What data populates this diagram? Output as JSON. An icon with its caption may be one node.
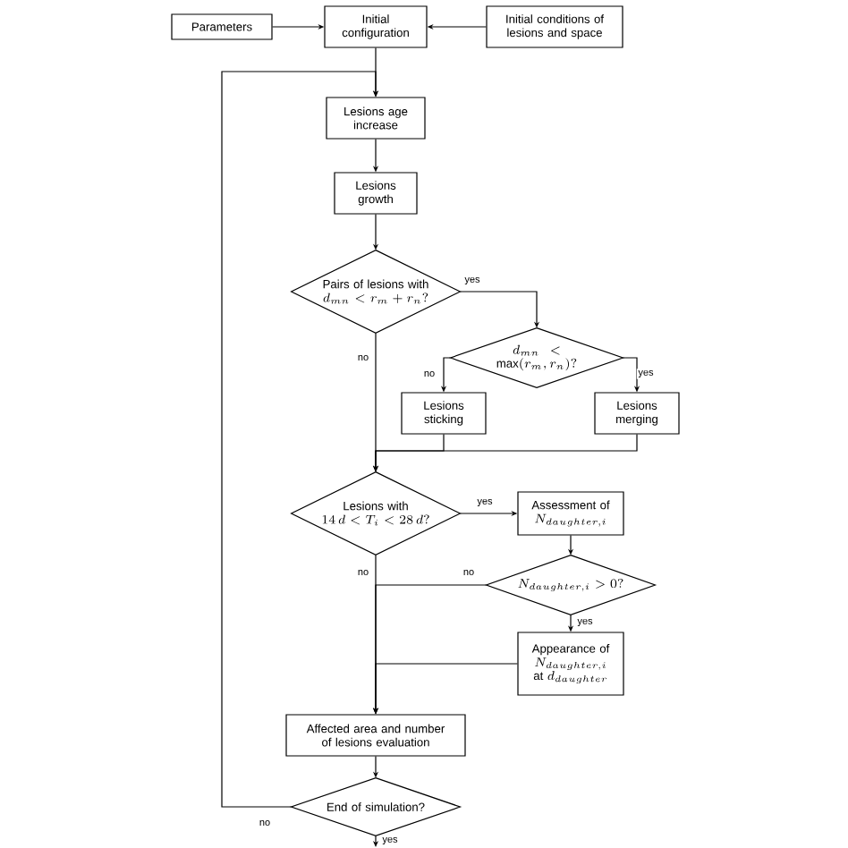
{
  "diagram": {
    "nodes": [
      {
        "text": [
          "Parameters"
        ]
      },
      {
        "text": [
          "Initial configuration"
        ]
      },
      {
        "text": [
          "Initial conditions of lesions and space"
        ]
      },
      {
        "text": [
          "Lesions age increase"
        ]
      },
      {
        "text": [
          "Lesions growth"
        ]
      },
      {
        "text": [
          "Pairs of lesions with",
          "d_{mn} < r_m + r_n?"
        ]
      },
      {
        "text": [
          "d_{mn} < \\max(r_m, r_n)?"
        ]
      },
      {
        "text": [
          "Lesions sticking"
        ]
      },
      {
        "text": [
          "Lesions merging"
        ]
      },
      {
        "text": [
          "Lesions with",
          "14\\,d < T_i < 28\\,d?"
        ]
      },
      {
        "text": [
          "Assessment of",
          "N_{daughter,i}"
        ]
      },
      {
        "text": [
          "N_{daughter,i} > 0?"
        ]
      },
      {
        "text": [
          "Appearance of",
          "N_{daughter,i}",
          "at",
          "d_{daughter}"
        ]
      },
      {
        "text": [
          "Affected area and number of lesions evaluation"
        ]
      },
      {
        "text": [
          "End of simulation?"
        ]
      }
    ],
    "edges": [
      {
        "from": 0,
        "to": 1,
        "arrow": "to"
      },
      {
        "from": 2,
        "to": 1,
        "arrow": "to"
      },
      {
        "from": 1,
        "to": 3,
        "arrow": "to"
      },
      {
        "from": 3,
        "to": 4,
        "arrow": "to"
      },
      {
        "from": 4,
        "to": 5,
        "arrow": "to"
      },
      {
        "from": 5,
        "to": 6,
        "arrow": "to",
        "label": "yes"
      },
      {
        "from": 6,
        "to": 7,
        "arrow": "to",
        "label": "no"
      },
      {
        "from": 6,
        "to": 8,
        "arrow": "to",
        "label": "yes"
      },
      {
        "from": 5,
        "to": 9,
        "arrow": "to",
        "label": "no"
      },
      {
        "from": 7,
        "to": 9,
        "arrow": "to"
      },
      {
        "from": 8,
        "to": 9,
        "arrow": "to"
      },
      {
        "from": 9,
        "to": 10,
        "arrow": "to",
        "label": "yes"
      },
      {
        "from": 10,
        "to": 11,
        "arrow": "to"
      },
      {
        "from": 11,
        "to": 12,
        "arrow": "to",
        "label": "yes"
      },
      {
        "from": 9,
        "to": 13,
        "arrow": "to",
        "label": "no"
      },
      {
        "from": 11,
        "to": 13,
        "arrow": "to",
        "label": "no"
      },
      {
        "from": 12,
        "to": 13,
        "arrow": "to"
      },
      {
        "from": 13,
        "to": 14,
        "arrow": "to"
      },
      {
        "from": 14,
        "to": 3,
        "arrow": "to",
        "label": "no"
      },
      {
        "from": 14,
        "to": null,
        "arrow": "to",
        "label": "yes"
      }
    ]
  }
}
